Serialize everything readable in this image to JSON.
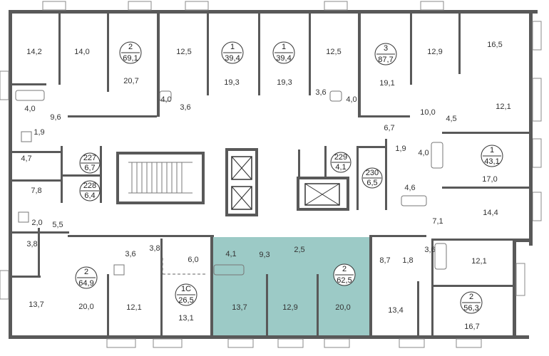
{
  "highlight_color": "#9ccac6",
  "wall_color": "#595959",
  "apartments": [
    {
      "id": "apt-2-69",
      "rooms": "2",
      "area": "69,1"
    },
    {
      "id": "apt-1-39a",
      "rooms": "1",
      "area": "39,4"
    },
    {
      "id": "apt-1-39b",
      "rooms": "1",
      "area": "39,4"
    },
    {
      "id": "apt-3-87",
      "rooms": "3",
      "area": "87,7"
    },
    {
      "id": "apt-1-43",
      "rooms": "1",
      "area": "43,1"
    },
    {
      "id": "apt-2-64",
      "rooms": "2",
      "area": "64,9"
    },
    {
      "id": "apt-1c-26",
      "rooms": "1С",
      "area": "26,5"
    },
    {
      "id": "apt-2-62",
      "rooms": "2",
      "area": "62,5"
    },
    {
      "id": "apt-2-56",
      "rooms": "2",
      "area": "56,3"
    }
  ],
  "storage": [
    {
      "id": "st-227",
      "num": "227",
      "area": "6,7"
    },
    {
      "id": "st-228",
      "num": "228",
      "area": "6,4"
    },
    {
      "id": "st-229",
      "num": "229",
      "area": "4,1"
    },
    {
      "id": "st-230",
      "num": "230",
      "area": "6,5"
    }
  ],
  "room_areas": [
    "14,2",
    "14,0",
    "20,7",
    "12,5",
    "19,3",
    "19,3",
    "12,5",
    "19,1",
    "12,9",
    "16,5",
    "4,0",
    "3,6",
    "3,6",
    "4,0",
    "10,0",
    "12,1",
    "4,0",
    "9,6",
    "1,9",
    "4,5",
    "6,7",
    "4,7",
    "1,9",
    "4,0",
    "17,0",
    "7,8",
    "4,6",
    "14,4",
    "2,0",
    "5,5",
    "3,8",
    "7,1",
    "3,6",
    "3,8",
    "6,0",
    "4,1",
    "9,3",
    "2,5",
    "8,7",
    "1,8",
    "3,6",
    "12,1",
    "13,7",
    "20,0",
    "12,1",
    "13,1",
    "13,7",
    "12,9",
    "20,0",
    "13,4",
    "16,7"
  ]
}
